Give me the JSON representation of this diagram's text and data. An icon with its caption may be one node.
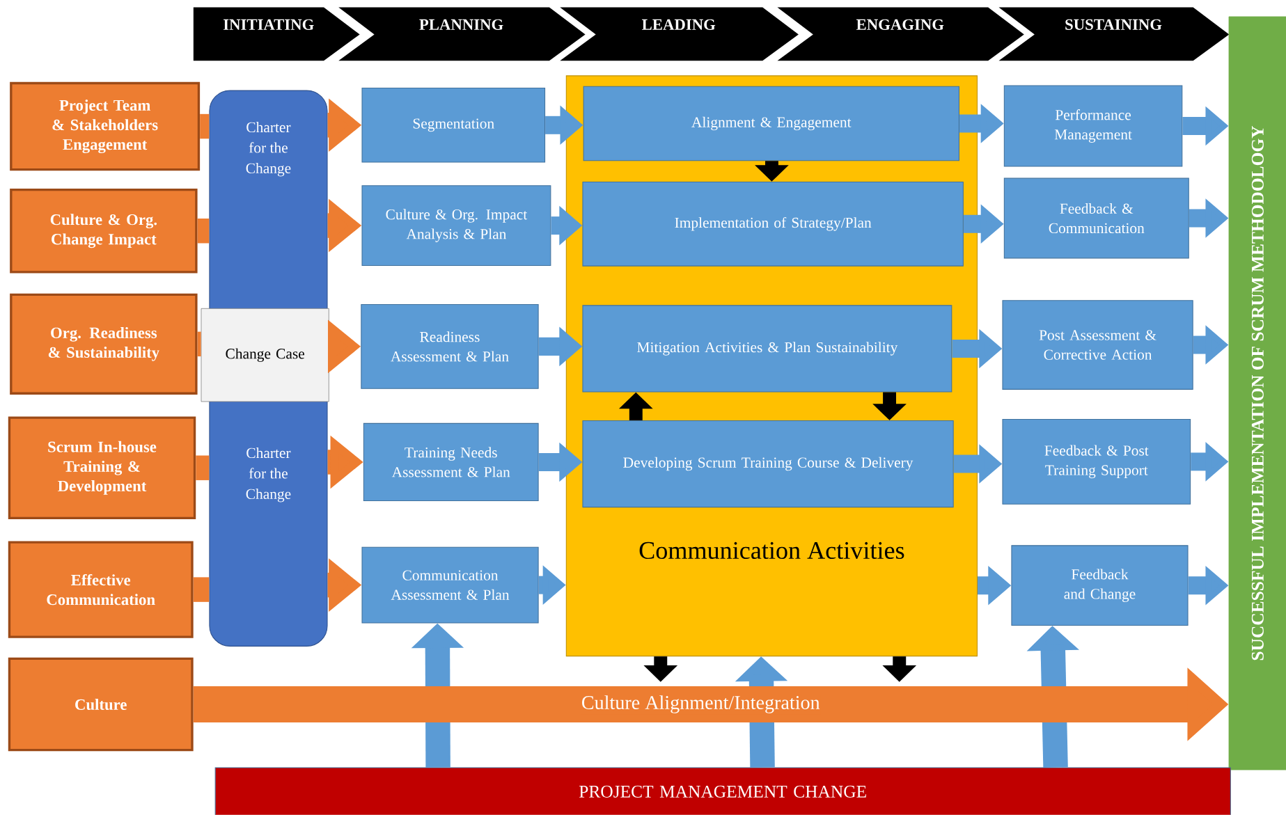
{
  "diagram": {
    "nodes": [
      {
        "text": [
          "INITIATING"
        ]
      },
      {
        "text": [
          "PLANNING"
        ]
      },
      {
        "text": [
          "LEADING"
        ]
      },
      {
        "text": [
          "ENGAGING"
        ]
      },
      {
        "text": [
          "SUSTAINING"
        ]
      },
      {
        "text": [
          "Project Team & Stakeholders Engagement"
        ]
      },
      {
        "text": [
          "Culture & Org. Change Impact"
        ]
      },
      {
        "text": [
          "Org. Readiness & Sustainability"
        ]
      },
      {
        "text": [
          "Scrum In-house Training & Development"
        ]
      },
      {
        "text": [
          "Effective Communication"
        ]
      },
      {
        "text": [
          "Culture"
        ]
      },
      {
        "text": [
          "Charter for the Change",
          "Charter for the Change"
        ]
      },
      {
        "text": [
          "Change Case"
        ]
      },
      {
        "text": [
          "Segmentation"
        ]
      },
      {
        "text": [
          "Culture & Org. Impact Analysis & Plan"
        ]
      },
      {
        "text": [
          "Readiness Assessment & Plan"
        ]
      },
      {
        "text": [
          "Training Needs Assessment & Plan"
        ]
      },
      {
        "text": [
          "Communication Assessment & Plan"
        ]
      },
      {
        "text": [
          "Communication Activities"
        ]
      },
      {
        "text": [
          "Alignment & Engagement"
        ],
        "in": 18
      },
      {
        "text": [
          "Implementation of Strategy/Plan"
        ],
        "in": 18
      },
      {
        "text": [
          "Mitigation Activities & Plan Sustainability"
        ],
        "in": 18
      },
      {
        "text": [
          "Developing Scrum Training Course & Delivery"
        ],
        "in": 18
      },
      {
        "text": [
          "Performance Management"
        ]
      },
      {
        "text": [
          "Feedback & Communication"
        ]
      },
      {
        "text": [
          "Post Assessment & Corrective Action"
        ]
      },
      {
        "text": [
          "Feedback & Post Training Support"
        ]
      },
      {
        "text": [
          "Feedback and Change"
        ]
      },
      {
        "text": [
          "SUCCESSFUL IMPLEMENTATION OF SCRUM METHODOLOGY"
        ]
      },
      {
        "text": [
          "PROJECT MANAGEMENT CHANGE"
        ]
      }
    ],
    "edges": [
      {
        "from": 5,
        "to": 11,
        "arrow": "none",
        "color": "#ed7d31"
      },
      {
        "from": 11,
        "to": 13,
        "arrow": "to",
        "color": "#ed7d31"
      },
      {
        "from": 6,
        "to": 11,
        "arrow": "none",
        "color": "#ed7d31"
      },
      {
        "from": 11,
        "to": 14,
        "arrow": "to",
        "color": "#ed7d31"
      },
      {
        "from": 7,
        "to": 12,
        "arrow": "none",
        "color": "#ed7d31"
      },
      {
        "from": 12,
        "to": 15,
        "arrow": "to",
        "color": "#ed7d31"
      },
      {
        "from": 8,
        "to": 11,
        "arrow": "none",
        "color": "#ed7d31"
      },
      {
        "from": 11,
        "to": 16,
        "arrow": "to",
        "color": "#ed7d31"
      },
      {
        "from": 9,
        "to": 11,
        "arrow": "none",
        "color": "#ed7d31"
      },
      {
        "from": 11,
        "to": 17,
        "arrow": "to",
        "color": "#ed7d31"
      },
      {
        "from": 13,
        "to": 19,
        "arrow": "to"
      },
      {
        "from": 14,
        "to": 20,
        "arrow": "to"
      },
      {
        "from": 15,
        "to": 21,
        "arrow": "to"
      },
      {
        "from": 16,
        "to": 22,
        "arrow": "to"
      },
      {
        "from": 17,
        "to": 18,
        "arrow": "to"
      },
      {
        "from": 19,
        "to": 23,
        "arrow": "to"
      },
      {
        "from": 20,
        "to": 24,
        "arrow": "to"
      },
      {
        "from": 21,
        "to": 25,
        "arrow": "to"
      },
      {
        "from": 22,
        "to": 26,
        "arrow": "to"
      },
      {
        "from": 18,
        "to": 27,
        "arrow": "to"
      },
      {
        "from": 23,
        "to": 28,
        "arrow": "to"
      },
      {
        "from": 24,
        "to": 28,
        "arrow": "to"
      },
      {
        "from": 25,
        "to": 28,
        "arrow": "to"
      },
      {
        "from": 26,
        "to": 28,
        "arrow": "to"
      },
      {
        "from": 27,
        "to": 28,
        "arrow": "to"
      },
      {
        "from": 19,
        "to": 20,
        "arrow": "to",
        "color": "#000000"
      },
      {
        "from": 22,
        "to": 21,
        "arrow": "to",
        "color": "#000000"
      },
      {
        "from": 21,
        "to": 22,
        "arrow": "to",
        "color": "#000000"
      },
      {
        "from": 18,
        "to": null,
        "arrow": "to",
        "color": "#000000"
      },
      {
        "from": 18,
        "to": null,
        "arrow": "to",
        "color": "#000000"
      },
      {
        "from": 29,
        "to": 17,
        "arrow": "to"
      },
      {
        "from": 29,
        "to": 18,
        "arrow": "to"
      },
      {
        "from": 29,
        "to": 27,
        "arrow": "to"
      },
      {
        "from": 10,
        "to": 28,
        "arrow": "to",
        "style": "thick",
        "color": "#ed7d31",
        "label": "Culture Alignment/Integration"
      }
    ]
  }
}
